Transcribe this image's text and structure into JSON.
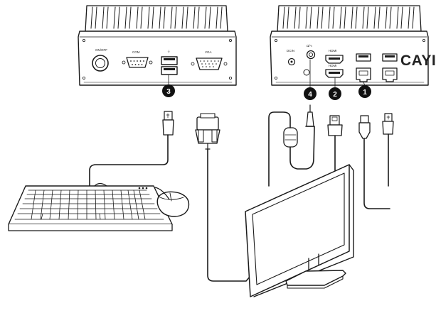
{
  "left_unit": {
    "port_labels": {
      "power": "ON/OFF",
      "com": "COM",
      "usb": "⏚",
      "vga": "VGA"
    }
  },
  "right_unit": {
    "port_labels": {
      "dc": "DCIN",
      "audio": "Ω/∿",
      "hdmi_top": "HDMI",
      "hdmi_bottom": "HDMI"
    },
    "brand": "CAYIN"
  },
  "callouts": [
    {
      "number": "1"
    },
    {
      "number": "2"
    },
    {
      "number": "3"
    },
    {
      "number": "4"
    }
  ],
  "colors": {
    "line": "#1a1a1a",
    "fill": "#ffffff",
    "badge": "#111111"
  }
}
